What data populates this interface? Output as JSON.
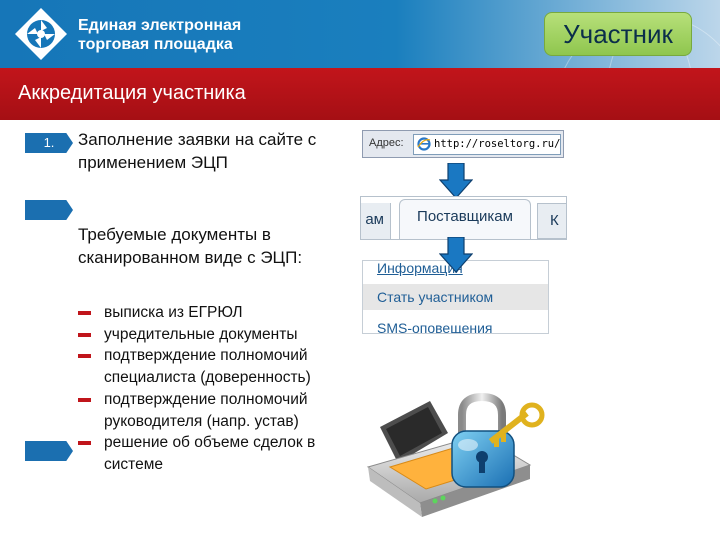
{
  "header": {
    "logo_line1": "Единая электронная",
    "logo_line2": "торговая площадка",
    "role_badge": "Участник"
  },
  "title_bar": {
    "title": "Аккредитация участника"
  },
  "steps": [
    {
      "number": "1.",
      "text": "Заполнение заявки на сайте с применением ЭЦП"
    },
    {
      "number": "",
      "text": "Требуемые документы в сканированном виде с ЭЦП:"
    },
    {
      "number": ""
    }
  ],
  "documents": [
    "выписка из ЕГРЮЛ",
    "учредительные документы",
    "подтверждение полномочий специалиста (доверенность)",
    "подтверждение полномочий руководителя (напр. устав)",
    "решение об объеме сделок в системе"
  ],
  "browser": {
    "address_label": "Адрес:",
    "address_url": "http://roseltorg.ru/"
  },
  "site_nav": {
    "left_tab_fragment": "ам",
    "active_tab": "Поставщикам",
    "right_tab_fragment": "К"
  },
  "site_menu": {
    "items": [
      "Информация",
      "Стать участником",
      "SMS-оповещения"
    ]
  },
  "icons": {
    "logo": "aperture-logo-icon",
    "browser": "internet-explorer-icon",
    "arrows": "arrow-down-icon",
    "illustration": "scanner-padlock-key-icon"
  },
  "colors": {
    "header_blue": "#1676b8",
    "title_red": "#b3121a",
    "badge_green": "#a3d163",
    "step_blue": "#1b6fb0",
    "bullet_red": "#c0151b",
    "link_blue": "#1f5e96"
  }
}
